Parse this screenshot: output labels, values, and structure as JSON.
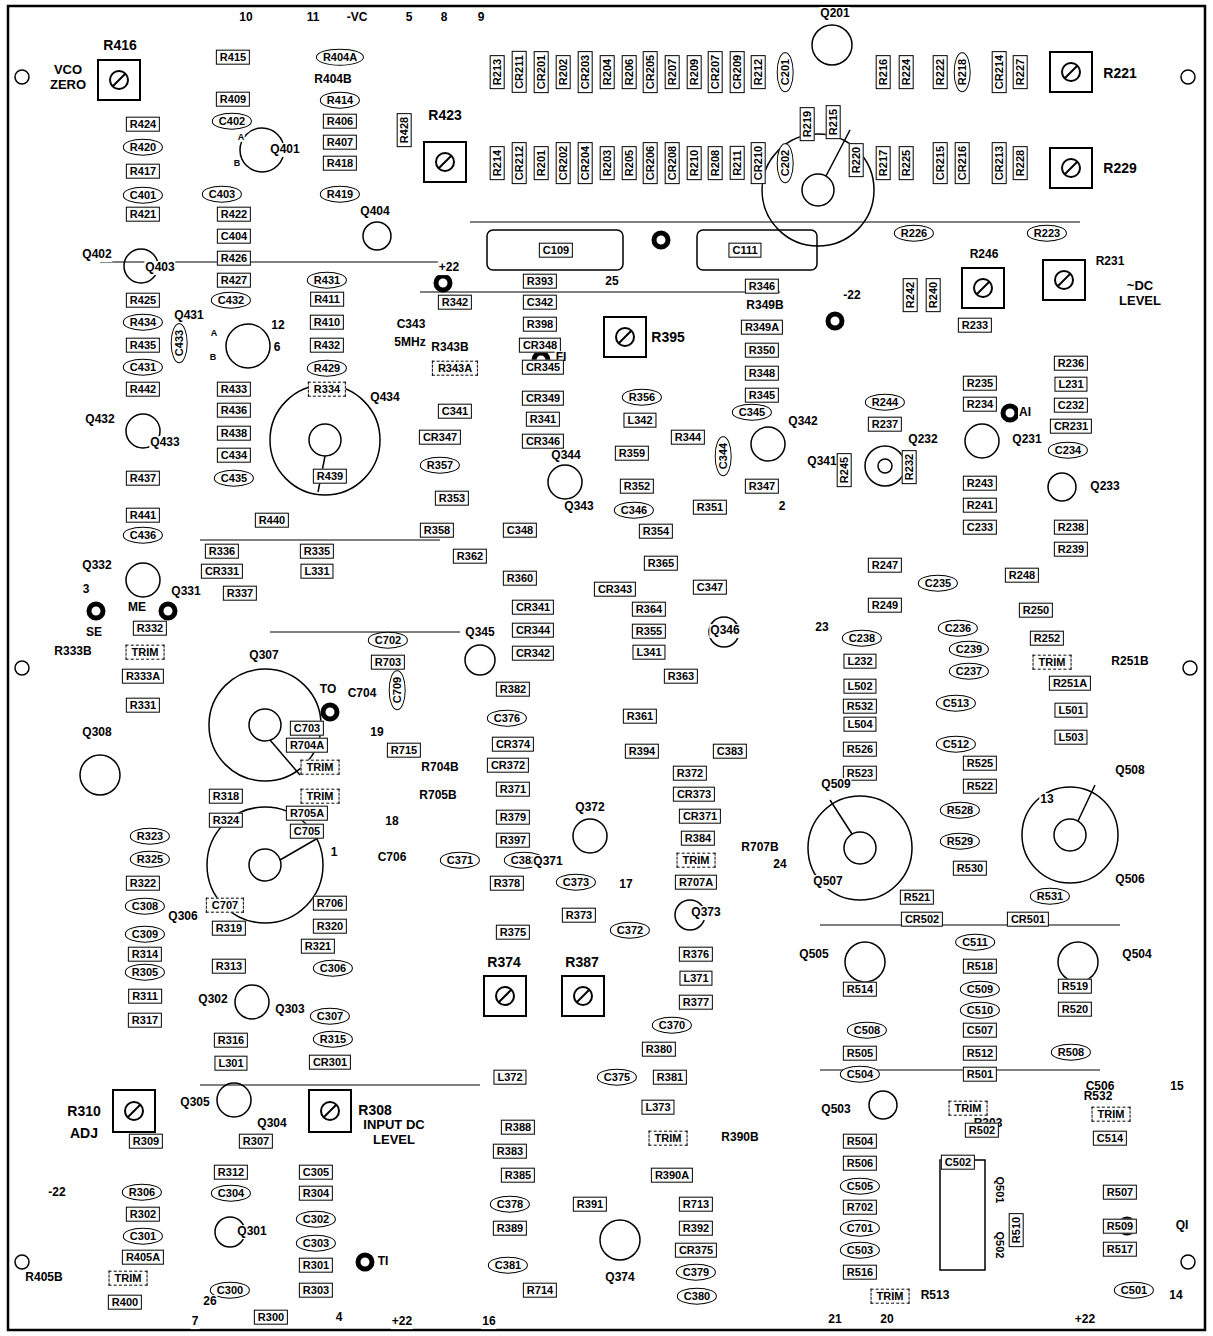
{
  "diagram": {
    "labels": [
      "10",
      "11",
      "-VC",
      "5",
      "8",
      "9",
      "Q201",
      "R213",
      "CR211",
      "CR201",
      "R202",
      "CR203",
      "R204",
      "R206",
      "CR205",
      "R207",
      "R209",
      "CR207",
      "CR209",
      "R212",
      "C201",
      "R216",
      "R224",
      "R222",
      "R218",
      "CR214",
      "R227",
      "R221",
      "R229",
      "R214",
      "CR212",
      "R201",
      "CR202",
      "CR204",
      "R203",
      "R205",
      "CR206",
      "CR208",
      "R210",
      "R208",
      "R211",
      "CR210",
      "C202",
      "R219",
      "R215",
      "R220",
      "R217",
      "R225",
      "CR215",
      "CR216",
      "CR213",
      "R228",
      "R416",
      "VCO ZERO",
      "R415",
      "R404A",
      "R404B",
      "R409",
      "R414",
      "R424",
      "C402",
      "R406",
      "R420",
      "R407",
      "Q401",
      "A",
      "B",
      "R418",
      "R428",
      "R423",
      "R417",
      "C401",
      "C403",
      "R419",
      "R421",
      "R422",
      "Q402",
      "Q403",
      "C404",
      "Q404",
      "R426",
      "R427",
      "R431",
      "R425",
      "C432",
      "R411",
      "Q431",
      "R434",
      "R410",
      "12",
      "C433",
      "A",
      "B",
      "R435",
      "R432",
      "6",
      "C431",
      "R429",
      "R442",
      "R433",
      "R334",
      "Q434",
      "R436",
      "Q432",
      "R438",
      "Q433",
      "C434",
      "R439",
      "C435",
      "R437",
      "R441",
      "R440",
      "C436",
      "R336",
      "R335",
      "Q332",
      "CR331",
      "L331",
      "Q331",
      "R337",
      "3",
      "SE",
      "ME",
      "R332",
      "R333B",
      "TRIM",
      "R333A",
      "R331",
      "Q307",
      "Q308",
      "+22",
      "C109",
      "C111",
      "R226",
      "R223",
      "R246",
      "R231",
      "~DC LEVEL",
      "R393",
      "25",
      "R346",
      "R342",
      "C342",
      "R349B",
      "R242",
      "R240",
      "-22",
      "R398",
      "R349A",
      "R233",
      "C343",
      "5MHz",
      "R395",
      "CR348",
      "FI",
      "R343B",
      "R350",
      "R236",
      "R235",
      "L231",
      "R348",
      "CR345",
      "R343A",
      "R345",
      "R244",
      "R234",
      "AI",
      "C232",
      "C341",
      "CR349",
      "R356",
      "C345",
      "CR347",
      "R341",
      "L342",
      "Q342",
      "R237",
      "CR231",
      "C234",
      "R344",
      "CR346",
      "Q232",
      "Q231",
      "Q341",
      "R359",
      "C344",
      "R245",
      "R232",
      "R357",
      "Q344",
      "R243",
      "Q233",
      "R352",
      "R347",
      "R241",
      "R353",
      "Q343",
      "C346",
      "R351",
      "2",
      "R354",
      "C233",
      "R238",
      "R358",
      "C348",
      "R362",
      "R239",
      "R365",
      "R247",
      "R248",
      "C235",
      "R360",
      "CR343",
      "C347",
      "R249",
      "R250",
      "CR341",
      "R364",
      "Q345",
      "CR344",
      "R355",
      "Q346",
      "23",
      "C238",
      "C236",
      "R252",
      "CR342",
      "L341",
      "C239",
      "TRIM",
      "R251B",
      "C702",
      "R703",
      "C237",
      "L232",
      "R251A",
      "R363",
      "R382",
      "L502",
      "TO",
      "C704",
      "C709",
      "C376",
      "R532",
      "C513",
      "L501",
      "R361",
      "L504",
      "C703",
      "19",
      "CR374",
      "R394",
      "C383",
      "R526",
      "C512",
      "L503",
      "R704A",
      "R715",
      "CR372",
      "R372",
      "R523",
      "R525",
      "Q509",
      "Q508",
      "TRIM",
      "R704B",
      "R318",
      "TRIM",
      "R705B",
      "R371",
      "CR373",
      "R522",
      "R528",
      "R705A",
      "18",
      "R324",
      "R379",
      "CR371",
      "Q372",
      "13",
      "R323",
      "C705",
      "R397",
      "R384",
      "R529",
      "R707B",
      "R325",
      "C706",
      "C371",
      "C382",
      "Q371",
      "TRIM",
      "24",
      "1",
      "17",
      "R530",
      "R322",
      "C373",
      "R378",
      "R707A",
      "Q507",
      "Q506",
      "C308",
      "C707",
      "R706",
      "R521",
      "R531",
      "Q306",
      "R373",
      "Q373",
      "CR502",
      "CR501",
      "C309",
      "R319",
      "R320",
      "R375",
      "C372",
      "R321",
      "R314",
      "R376",
      "Q505",
      "C511",
      "Q504",
      "R305",
      "R313",
      "C306",
      "R374",
      "R387",
      "R518",
      "L371",
      "C509",
      "R519",
      "R311",
      "R514",
      "Q302",
      "Q303",
      "R377",
      "C510",
      "R520",
      "R317",
      "C307",
      "C370",
      "C507",
      "C508",
      "R316",
      "R315",
      "R380",
      "R505",
      "R512",
      "R508",
      "L301",
      "CR301",
      "C504",
      "R501",
      "C506",
      "15",
      "L372",
      "C375",
      "R381",
      "R310",
      "ADJ",
      "Q305",
      "R308",
      "INPUT DC LEVEL",
      "Q304",
      "L373",
      "TRIM",
      "R303",
      "R532",
      "TRIM",
      "C514",
      "Q503",
      "R309",
      "R307",
      "R388",
      "TRIM",
      "R390B",
      "R502",
      "R504",
      "R383",
      "R312",
      "C305",
      "R385",
      "R390A",
      "R506",
      "C502",
      "R507",
      "-22",
      "R306",
      "C304",
      "R304",
      "C505",
      "Q501",
      "R302",
      "C302",
      "C378",
      "R391",
      "R713",
      "R702",
      "R509",
      "QI",
      "C301",
      "Q301",
      "C303",
      "R389",
      "R392",
      "C701",
      "Q502",
      "R510",
      "R405A",
      "TI",
      "CR375",
      "C503",
      "R517",
      "R405B",
      "TRIM",
      "C300",
      "R301",
      "C381",
      "C379",
      "R516",
      "Q374",
      "R714",
      "C380",
      "C501",
      "TRIM",
      "R513",
      "14",
      "R400",
      "26",
      "R303",
      "R300",
      "7",
      "4",
      "+22",
      "16",
      "21",
      "20",
      "+22"
    ]
  }
}
